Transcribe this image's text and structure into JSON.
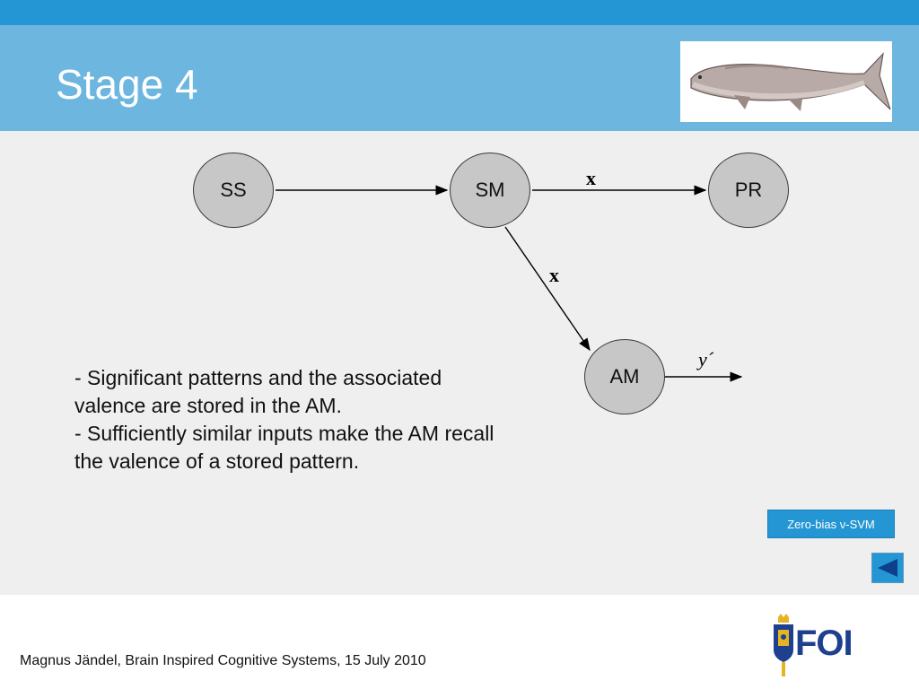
{
  "slide": {
    "title": "Stage 4"
  },
  "diagram": {
    "nodes": {
      "ss": "SS",
      "sm": "SM",
      "pr": "PR",
      "am": "AM"
    },
    "edge_labels": {
      "sm_to_pr": "x",
      "sm_to_am": "x",
      "am_output": "y´"
    }
  },
  "description": {
    "line1": "- Significant patterns and the associated valence are stored in the AM.",
    "line2": "- Sufficiently similar inputs make the AM recall the valence of a stored pattern."
  },
  "navigation": {
    "model_button_label": "Zero-bias ν-SVM",
    "back_icon": "triangle-left-icon"
  },
  "footer": {
    "credit": "Magnus Jändel, Brain Inspired Cognitive Systems, 15 July 2010",
    "logo_text": "FOI"
  },
  "colors": {
    "top_strip": "#2596d4",
    "header_band": "#6db6e0",
    "content_background": "#efefef",
    "node_fill": "#c7c7c7",
    "button_blue": "#2596d4",
    "logo_blue": "#1f3f8f",
    "logo_gold": "#e6b422"
  }
}
